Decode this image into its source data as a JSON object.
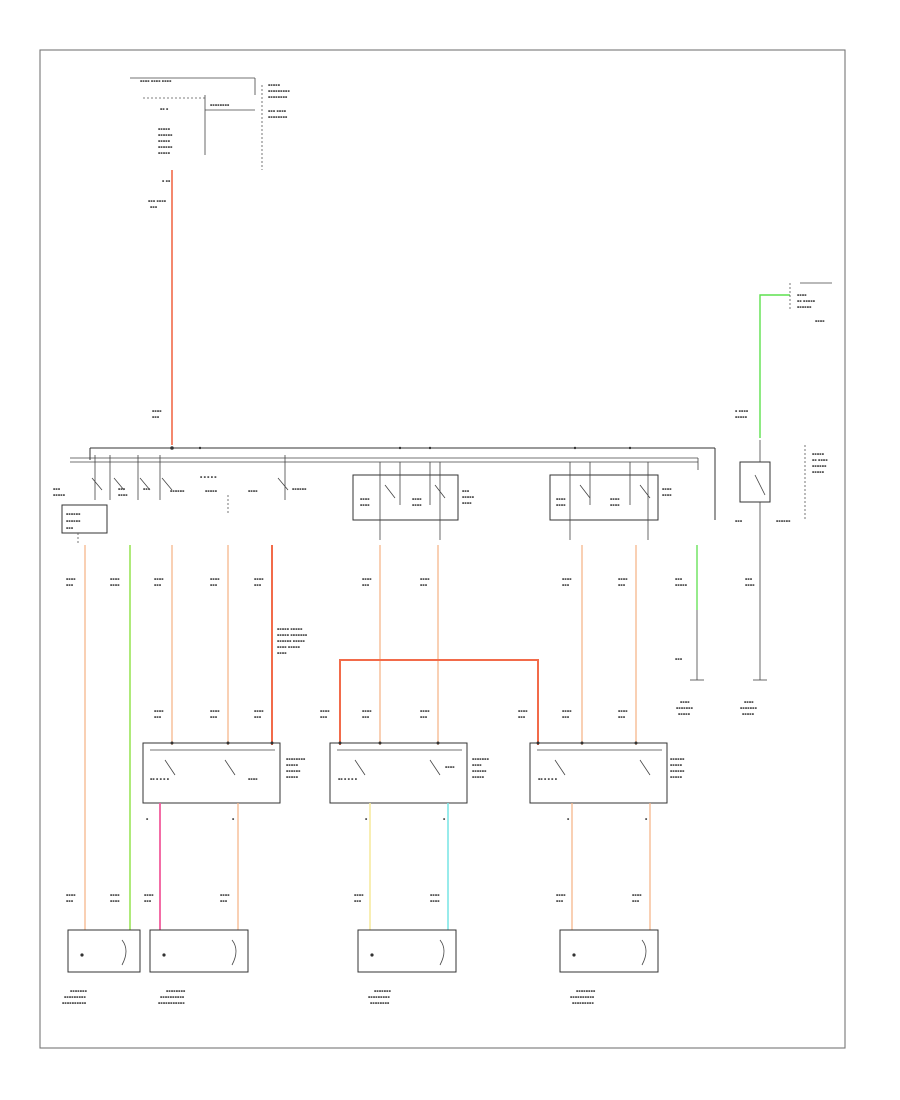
{
  "diagram": {
    "page_ref": "",
    "colors": {
      "orange": "#f6b68c",
      "red": "#f26b4a",
      "green": "#a6e86b",
      "bright_green": "#5de04e",
      "pink": "#f25c9c",
      "yellow": "#f7e9a0",
      "cyan": "#7fe6e6",
      "frame": "#777777",
      "line": "#333333"
    },
    "wire_colors": {
      "feed": "red",
      "body_ground": "bright_green",
      "door_lf_1": "orange",
      "door_lf_2": "green",
      "door_rf_1": "pink",
      "door_rf_2": "orange",
      "door_lr_1": "yellow",
      "door_lr_2": "cyan",
      "door_rr_1": "orange",
      "door_rr_2": "orange"
    },
    "components": {
      "fuse_block": "",
      "master_switch": "",
      "rf_window_switch": "",
      "lr_window_switch": "",
      "rr_window_switch": "",
      "lf_motor": "",
      "rf_motor": "",
      "lr_motor": "",
      "rr_motor": "",
      "ground_1": "",
      "ground_2": "",
      "ground_relay": ""
    }
  }
}
